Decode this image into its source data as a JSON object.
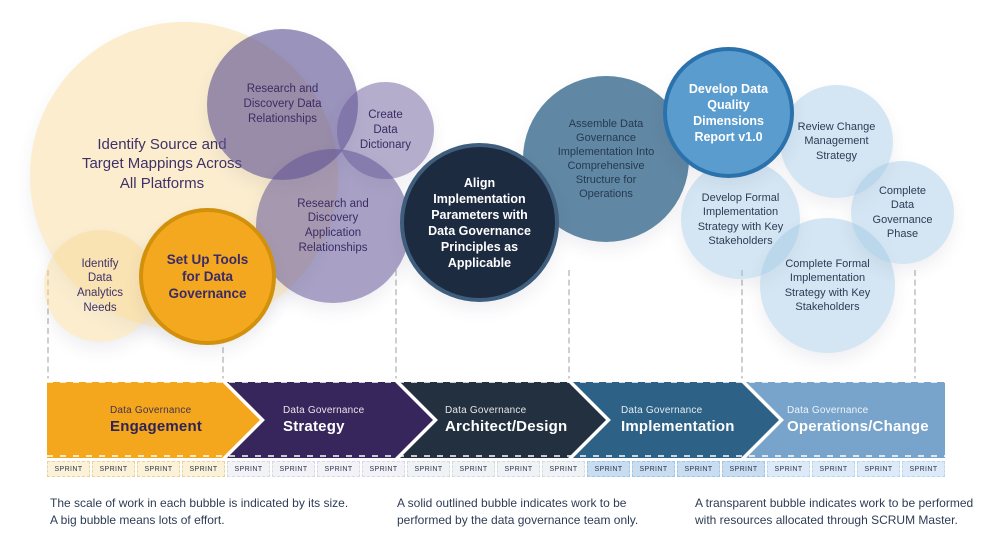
{
  "bubbles": [
    {
      "name": "identify-source-target-mappings",
      "label": "Identify Source and\nTarget Mappings Across\nAll Platforms",
      "fill": "rgba(247,216,146,0.45)",
      "text_color": "#3F3168"
    },
    {
      "name": "identify-data-analytics-needs",
      "label": "Identify\nData\nAnalytics\nNeeds",
      "fill": "rgba(247,216,146,0.45)",
      "text_color": "#3F3168"
    },
    {
      "name": "set-up-tools-for-data-governance",
      "label": "Set Up Tools\nfor Data\nGovernance",
      "fill": "#F3A81F",
      "border": "#D2910C",
      "text_color": "#3A2A68"
    },
    {
      "name": "research-discovery-data-relationships",
      "label": "Research and\nDiscovery Data\nRelationships",
      "fill": "rgba(92,80,145,0.62)",
      "text_color": "#3C2B63"
    },
    {
      "name": "create-data-dictionary",
      "label": "Create\nData\nDictionary",
      "fill": "rgba(105,91,153,0.5)",
      "text_color": "#3C2B63"
    },
    {
      "name": "research-discovery-application-relationships",
      "label": "Research and\nDiscovery\nApplication\nRelationships",
      "fill": "rgba(97,84,150,0.55)",
      "text_color": "#3C2B63"
    },
    {
      "name": "align-implementation-parameters",
      "label": "Align\nImplementation\nParameters with\nData Governance\nPrinciples as\nApplicable",
      "fill": "#1D2B41",
      "border": "#3F5E7D",
      "text_color": "#FFFFFF"
    },
    {
      "name": "assemble-data-governance-implementation",
      "label": "Assemble Data\nGovernance\nImplementation Into\nComprehensive\nStructure for\nOperations",
      "fill": "rgba(84,126,156,0.93)",
      "text_color": "#263A50"
    },
    {
      "name": "develop-data-quality-dimensions-report",
      "label": "Develop Data\nQuality\nDimensions\nReport v1.0",
      "fill": "#5A9CCE",
      "border": "#2B72AC",
      "text_color": "#FFFFFF"
    },
    {
      "name": "review-change-management-strategy",
      "label": "Review Change\nManagement\nStrategy",
      "fill": "rgba(153,195,227,0.42)",
      "text_color": "#2C3C55"
    },
    {
      "name": "develop-formal-implementation-strategy",
      "label": "Develop Formal\nImplementation\nStrategy with Key\nStakeholders",
      "fill": "rgba(153,195,227,0.42)",
      "text_color": "#2C3C55"
    },
    {
      "name": "complete-formal-implementation-strategy",
      "label": "Complete Formal\nImplementation\nStrategy with Key\nStakeholders",
      "fill": "rgba(153,195,227,0.42)",
      "text_color": "#2C3C55"
    },
    {
      "name": "complete-data-governance-phase",
      "label": "Complete\nData\nGovernance\nPhase",
      "fill": "rgba(153,195,227,0.42)",
      "text_color": "#2C3C55"
    }
  ],
  "phases": [
    {
      "eyebrow": "Data Governance",
      "title": "Engagement",
      "color": "#F4A71D",
      "text_color": "#2D2356"
    },
    {
      "eyebrow": "Data Governance",
      "title": "Strategy",
      "color": "#37265C",
      "text_color": "#FFFFFF"
    },
    {
      "eyebrow": "Data Governance",
      "title": "Architect/Design",
      "color": "#223040",
      "text_color": "#FFFFFF"
    },
    {
      "eyebrow": "Data Governance",
      "title": "Implementation",
      "color": "#2D6186",
      "text_color": "#FFFFFF"
    },
    {
      "eyebrow": "Data Governance",
      "title": "Operations/Change",
      "color": "#78A4CB",
      "text_color": "#FFFFFF"
    }
  ],
  "sprints": {
    "label": "SPRINT",
    "per_phase": 4,
    "groups": [
      {
        "bg": "#FCF2D7",
        "border": "#E6D4A5"
      },
      {
        "bg": "#F2F2F7",
        "border": "#D9D9E6"
      },
      {
        "bg": "#F0F3F5",
        "border": "#D5DCE1"
      },
      {
        "bg": "#C8DEF0",
        "border": "#A3C6E2"
      },
      {
        "bg": "#DCEBF7",
        "border": "#BBD7ED"
      }
    ]
  },
  "legend": [
    {
      "text": "The scale of work in each bubble is indicated by its size.\nA big bubble means lots of effort.",
      "color": "#2E3C55"
    },
    {
      "text": "A solid outlined bubble indicates work to be\nperformed by the data governance team only.",
      "color": "#2E3C55"
    },
    {
      "text": "A transparent bubble indicates work to be performed\nwith resources allocated through SCRUM Master.",
      "color": "#2E3C55"
    }
  ]
}
